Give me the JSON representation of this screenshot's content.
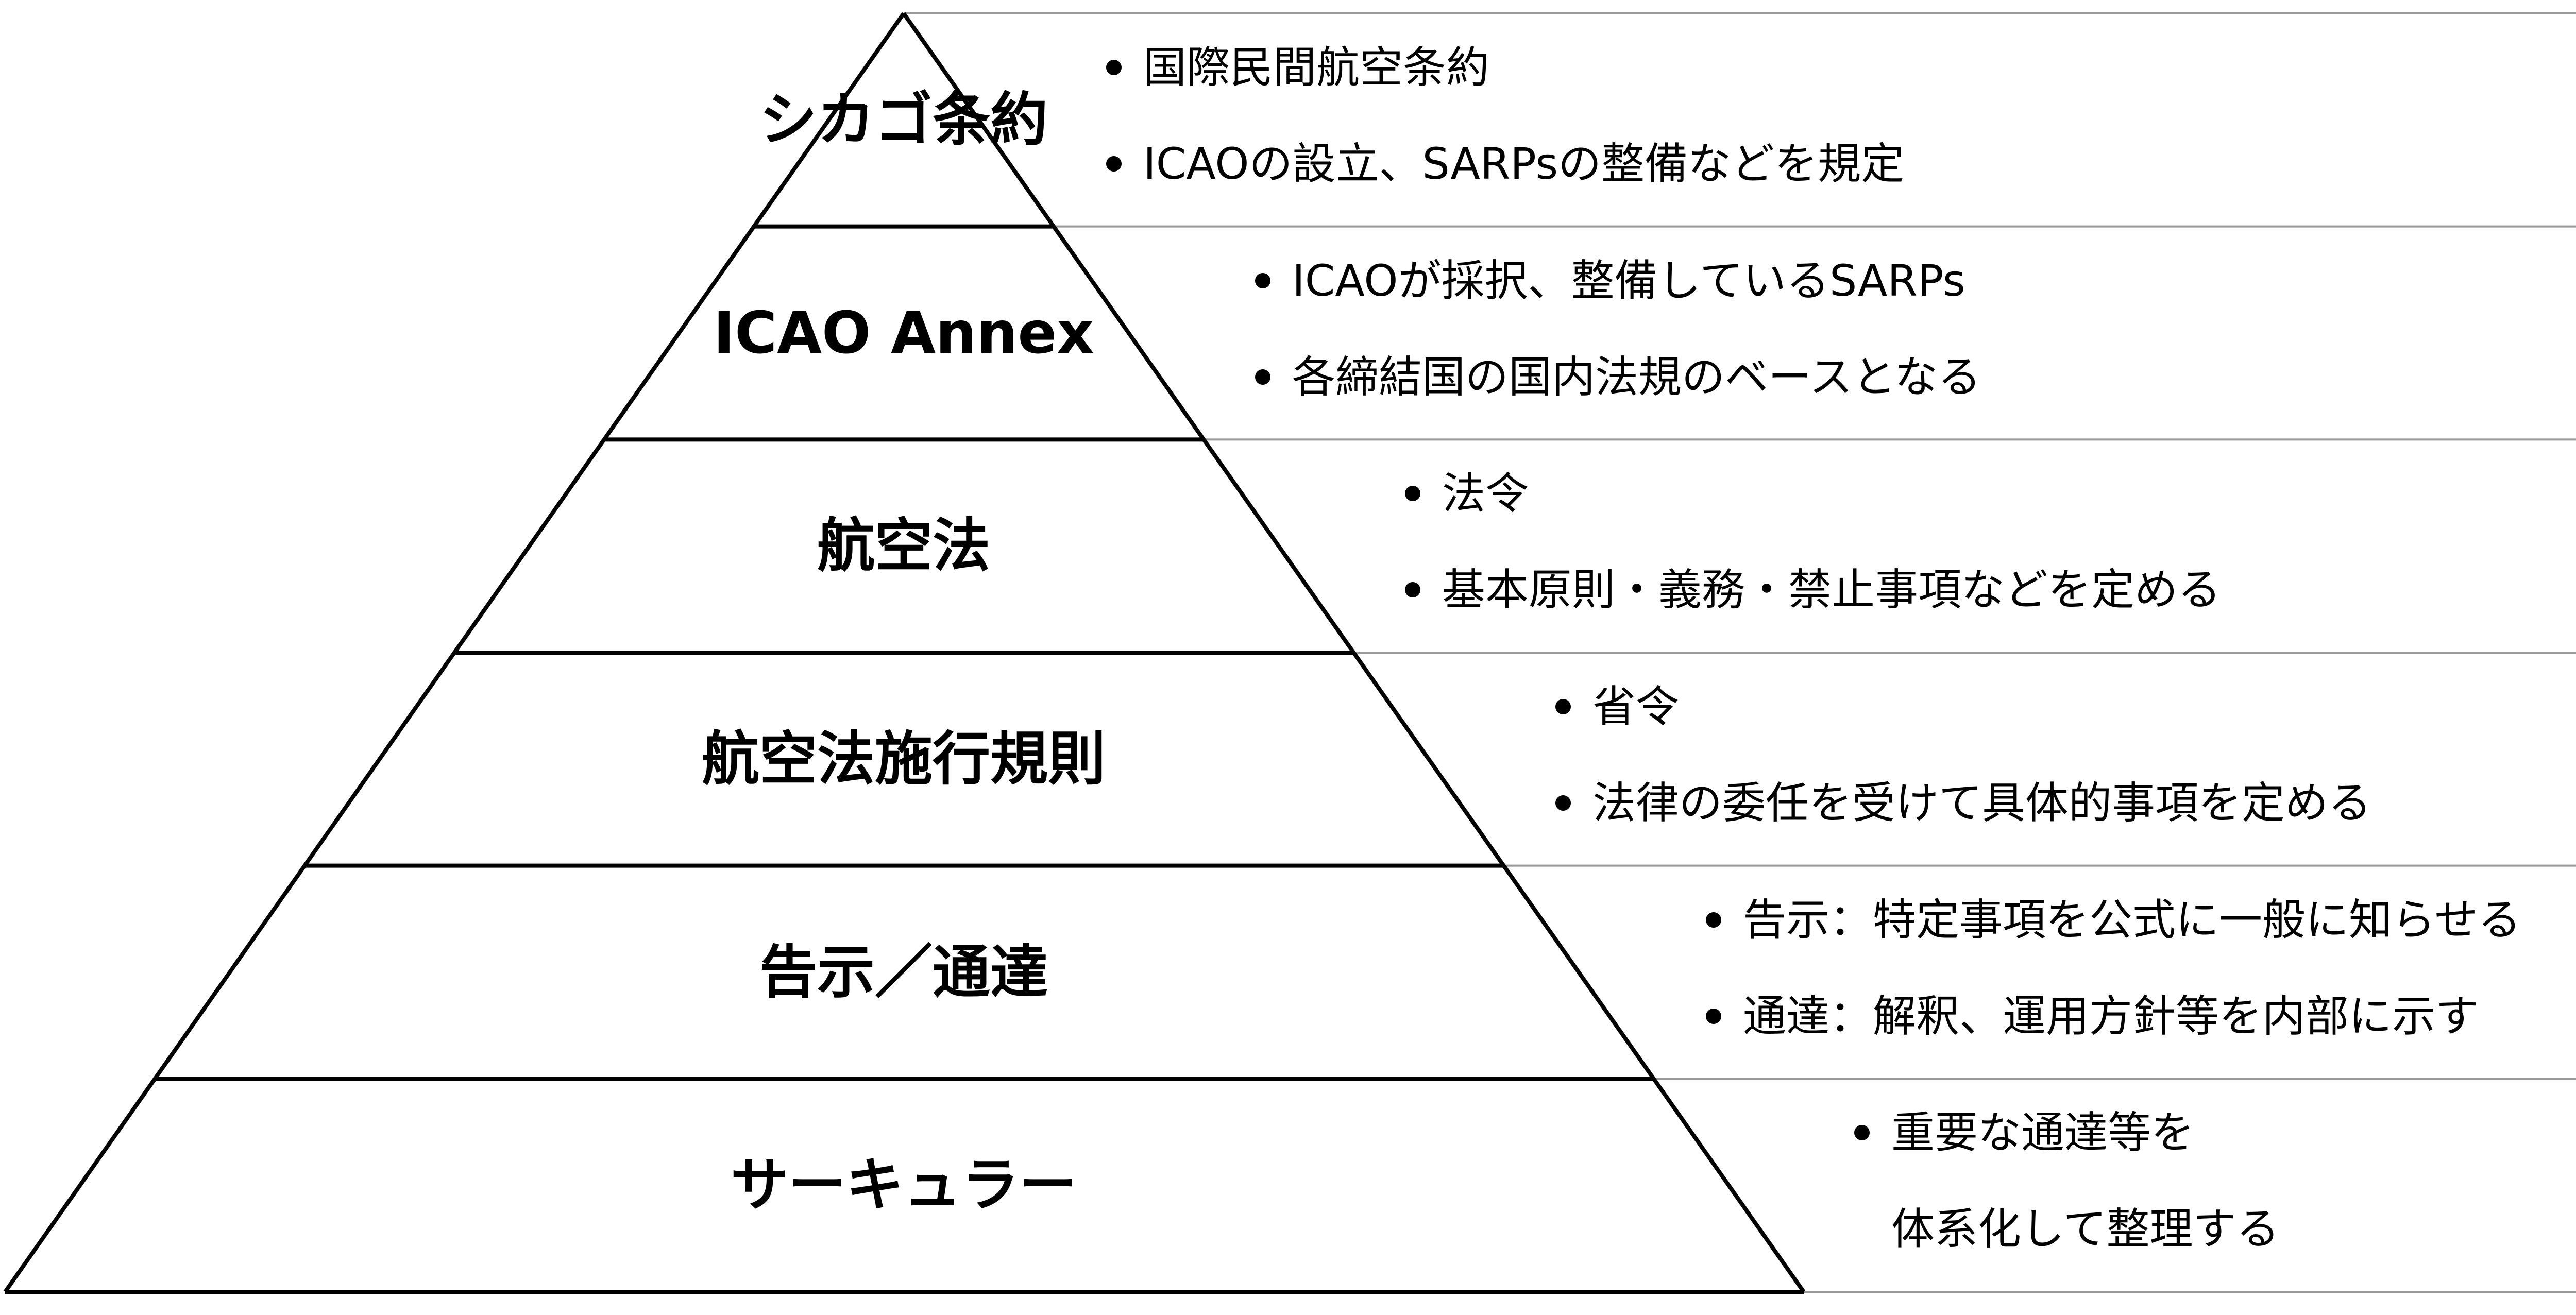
{
  "layers": [
    {
      "label": "シカゴ条約",
      "items": [
        {
          "text": "国際民間航空条約",
          "bullet": true
        },
        {
          "text": "ICAOの設立、SARPsの整備などを規定",
          "bullet": true
        }
      ]
    },
    {
      "label": "ICAO Annex",
      "items": [
        {
          "text": "ICAOが採択、整備しているSARPs",
          "bullet": true
        },
        {
          "text": "各締結国の国内法規のベースとなる",
          "bullet": true
        }
      ]
    },
    {
      "label": "航空法",
      "items": [
        {
          "text": "法令",
          "bullet": true
        },
        {
          "text": "基本原則・義務・禁止事項などを定める",
          "bullet": true
        }
      ]
    },
    {
      "label": "航空法施行規則",
      "items": [
        {
          "text": "省令",
          "bullet": true
        },
        {
          "text": "法律の委任を受けて具体的事項を定める",
          "bullet": true
        }
      ]
    },
    {
      "label": "告示／通達",
      "items": [
        {
          "text": "告示：特定事項を公式に一般に知らせる",
          "bullet": true
        },
        {
          "text": "通達：解釈、運用方針等を内部に示す",
          "bullet": true
        }
      ]
    },
    {
      "label": "サーキュラー",
      "items": [
        {
          "text": "重要な通達等を",
          "bullet": true
        },
        {
          "text": "体系化して整理する",
          "bullet": false
        }
      ]
    }
  ],
  "colors": {
    "pyramid_line": "#000000",
    "divider_line": "#999999"
  }
}
